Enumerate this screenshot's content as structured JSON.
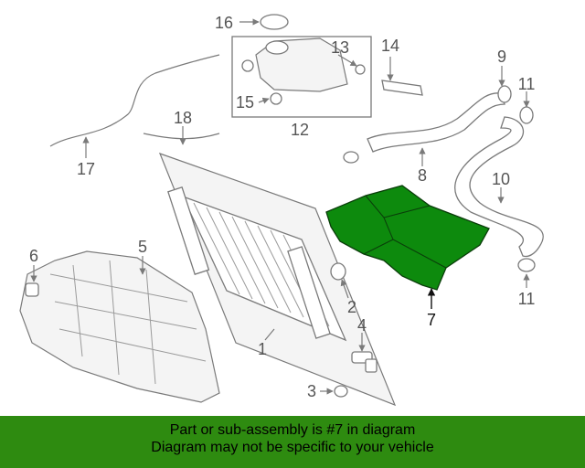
{
  "callouts": {
    "c1": "1",
    "c2": "2",
    "c3": "3",
    "c4": "4",
    "c5": "5",
    "c6": "6",
    "c7": "7",
    "c8": "8",
    "c10": "10",
    "c11a": "11",
    "c11b": "11",
    "c12": "12",
    "c13": "13",
    "c14": "14",
    "c15": "15",
    "c16": "16",
    "c17": "17",
    "c18": "18",
    "c9": "9"
  },
  "highlight": {
    "part_number": "7",
    "color": "#008000"
  },
  "banner": {
    "line1": "Part or sub-assembly is #7 in diagram",
    "line2": "Diagram may not be specific to your vehicle",
    "background": "#2e8b10"
  }
}
